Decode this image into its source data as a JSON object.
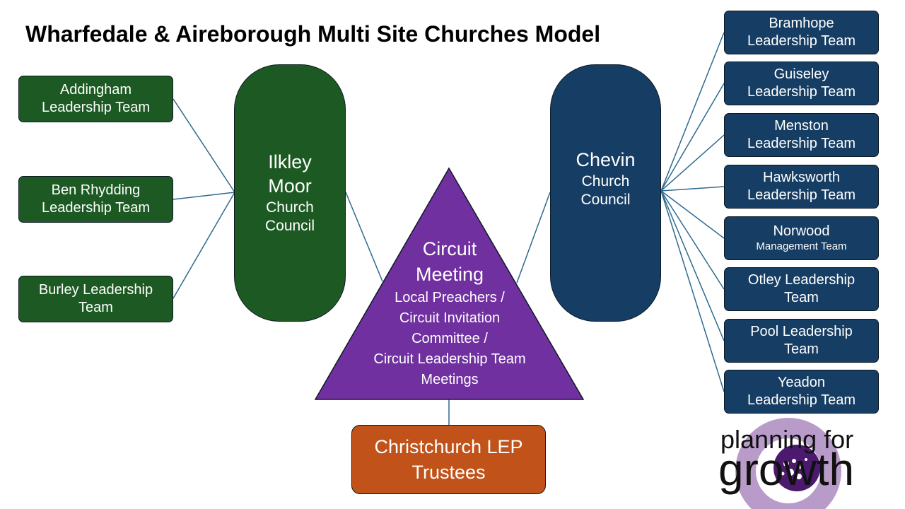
{
  "title": "Wharfedale & Aireborough Multi Site Churches Model",
  "ilkley_council": {
    "line1": "Ilkley",
    "line2": "Moor",
    "line3": "Church",
    "line4": "Council"
  },
  "chevin_council": {
    "line1": "Chevin",
    "line2": "Church",
    "line3": "Council"
  },
  "circuit_meeting": {
    "line1": "Circuit",
    "line2": "Meeting",
    "line3": "Local Preachers /",
    "line4": "Circuit Invitation",
    "line5": "Committee  /",
    "line6": "Circuit Leadership Team",
    "line7": "Meetings"
  },
  "lep": {
    "line1": "Christchurch LEP",
    "line2": "Trustees"
  },
  "left_teams": [
    {
      "line1": "Addingham",
      "line2": "Leadership Team"
    },
    {
      "line1": "Ben Rhydding",
      "line2": "Leadership Team"
    },
    {
      "line1": "Burley Leadership",
      "line2": "Team"
    }
  ],
  "right_teams": [
    {
      "line1": "Bramhope",
      "line2": "Leadership Team"
    },
    {
      "line1": "Guiseley",
      "line2": "Leadership Team"
    },
    {
      "line1": "Menston",
      "line2": "Leadership Team"
    },
    {
      "line1": "Hawksworth",
      "line2": "Leadership Team"
    },
    {
      "line1": "Norwood",
      "line2": "Management Team"
    },
    {
      "line1": "Otley Leadership",
      "line2": "Team"
    },
    {
      "line1": "Pool Leadership",
      "line2": "Team"
    },
    {
      "line1": "Yeadon",
      "line2": "Leadership Team"
    }
  ],
  "logo": {
    "line1": "planning for",
    "line2": "growth"
  },
  "colors": {
    "green": "#1d5a23",
    "navy": "#163d63",
    "purple": "#7030a0",
    "orange": "#c1531a",
    "connector": "#2e6a8e",
    "logo_circle": "#b99bc9",
    "logo_dot": "#4b1a6e"
  }
}
